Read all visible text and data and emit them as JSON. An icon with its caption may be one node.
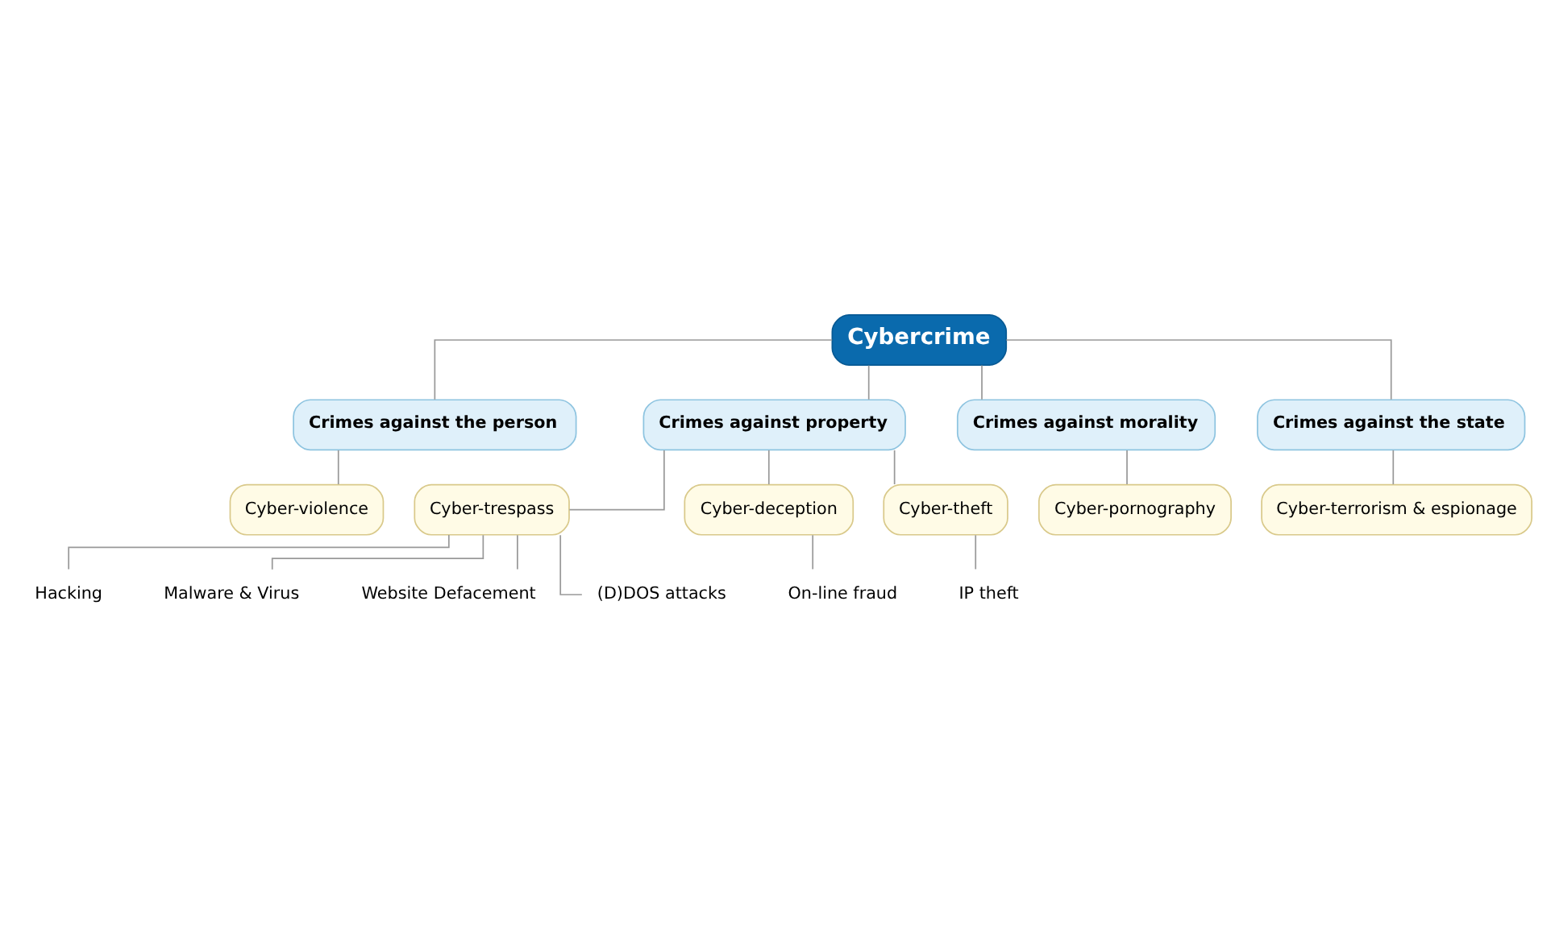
{
  "diagram": {
    "nodes": [
      {
        "text": [
          "Cybercrime"
        ]
      },
      {
        "text": [
          "Crimes against the person"
        ]
      },
      {
        "text": [
          "Cyber-violence"
        ]
      },
      {
        "text": [
          "Crimes against property"
        ]
      },
      {
        "text": [
          "Cyber-trespass"
        ]
      },
      {
        "text": [
          "Hacking"
        ]
      },
      {
        "text": [
          "Malware & Virus"
        ]
      },
      {
        "text": [
          "Website Defacement"
        ]
      },
      {
        "text": [
          "(D)DOS attacks"
        ]
      },
      {
        "text": [
          "Cyber-deception"
        ]
      },
      {
        "text": [
          "On-line fraud"
        ]
      },
      {
        "text": [
          "Cyber-theft"
        ]
      },
      {
        "text": [
          "IP theft"
        ]
      },
      {
        "text": [
          "Crimes against morality"
        ]
      },
      {
        "text": [
          "Cyber-pornography"
        ]
      },
      {
        "text": [
          "Crimes against the state"
        ]
      },
      {
        "text": [
          "Cyber-terrorism & espionage"
        ]
      }
    ],
    "edges": [
      {
        "from": 0,
        "to": 1,
        "arrow": "none"
      },
      {
        "from": 0,
        "to": 3,
        "arrow": "none"
      },
      {
        "from": 0,
        "to": 13,
        "arrow": "none"
      },
      {
        "from": 0,
        "to": 15,
        "arrow": "none"
      },
      {
        "from": 1,
        "to": 2,
        "arrow": "none"
      },
      {
        "from": 3,
        "to": 4,
        "arrow": "none"
      },
      {
        "from": 4,
        "to": 5,
        "arrow": "none"
      },
      {
        "from": 4,
        "to": 6,
        "arrow": "none"
      },
      {
        "from": 4,
        "to": 7,
        "arrow": "none"
      },
      {
        "from": 4,
        "to": 8,
        "arrow": "none"
      },
      {
        "from": 3,
        "to": 9,
        "arrow": "none"
      },
      {
        "from": 9,
        "to": 10,
        "arrow": "none"
      },
      {
        "from": 3,
        "to": 11,
        "arrow": "none"
      },
      {
        "from": 11,
        "to": 12,
        "arrow": "none"
      },
      {
        "from": 13,
        "to": 14,
        "arrow": "none"
      },
      {
        "from": 15,
        "to": 16,
        "arrow": "none"
      }
    ]
  }
}
